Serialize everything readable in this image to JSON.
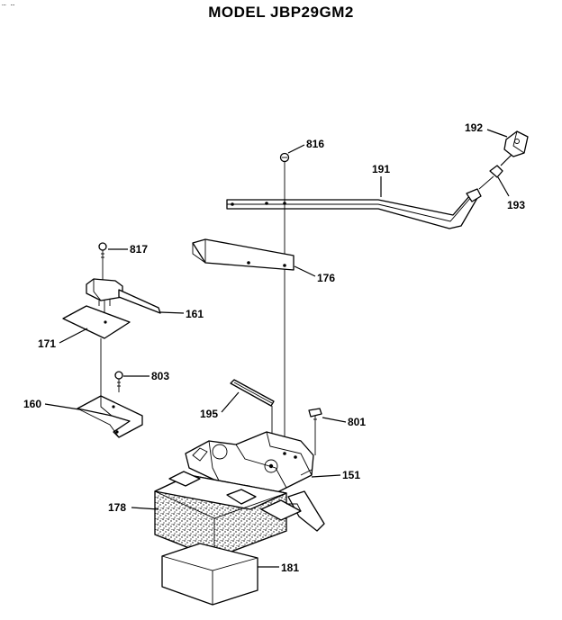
{
  "header": {
    "corner_text": "… …",
    "title": "MODEL JBP29GM2"
  },
  "callouts": [
    {
      "id": "c192",
      "text": "192"
    },
    {
      "id": "c816",
      "text": "816"
    },
    {
      "id": "c191",
      "text": "191"
    },
    {
      "id": "c193",
      "text": "193"
    },
    {
      "id": "c817",
      "text": "817"
    },
    {
      "id": "c176",
      "text": "176"
    },
    {
      "id": "c161",
      "text": "161"
    },
    {
      "id": "c171",
      "text": "171"
    },
    {
      "id": "c803",
      "text": "803"
    },
    {
      "id": "c160",
      "text": "160"
    },
    {
      "id": "c195",
      "text": "195"
    },
    {
      "id": "c801",
      "text": "801"
    },
    {
      "id": "c151",
      "text": "151"
    },
    {
      "id": "c178",
      "text": "178"
    },
    {
      "id": "c181",
      "text": "181"
    }
  ]
}
